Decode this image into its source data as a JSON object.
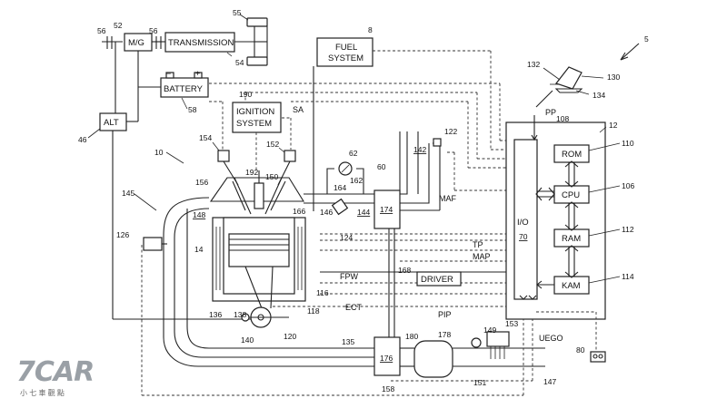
{
  "boxes": {
    "mg": "M/G",
    "transmission": "TRANSMISSION",
    "battery": "BATTERY",
    "fuel_system": [
      "FUEL",
      "SYSTEM"
    ],
    "ignition_system": [
      "IGNITION",
      "SYSTEM"
    ],
    "alt": "ALT",
    "driver": "DRIVER",
    "rom": "ROM",
    "cpu": "CPU",
    "ram": "RAM",
    "kam": "KAM",
    "io": "I/O"
  },
  "signals": {
    "sa": "SA",
    "pp": "PP",
    "maf": "MAF",
    "tp": "TP",
    "map": "MAP",
    "fpw": "FPW",
    "ect": "ECT",
    "pip": "PIP",
    "uego": "UEGO"
  },
  "refs": {
    "r5": "5",
    "r8": "8",
    "r10": "10",
    "r12": "12",
    "r14": "14",
    "r46": "46",
    "r52": "52",
    "r54": "54",
    "r55": "55",
    "r56a": "56",
    "r56b": "56",
    "r58": "58",
    "r60": "60",
    "r62": "62",
    "r70": "70",
    "r80": "80",
    "r106": "106",
    "r108": "108",
    "r110": "110",
    "r112": "112",
    "r114": "114",
    "r116": "116",
    "r118": "118",
    "r120": "120",
    "r122": "122",
    "r124": "124",
    "r126": "126",
    "r130": "130",
    "r132": "132",
    "r134": "134",
    "r135": "135",
    "r136": "136",
    "r138": "138",
    "r140": "140",
    "r142": "142",
    "r144": "144",
    "r145": "145",
    "r146": "146",
    "r147": "147",
    "r148": "148",
    "r149": "149",
    "r150": "150",
    "r151": "151",
    "r152": "152",
    "r153": "153",
    "r154": "154",
    "r156": "156",
    "r158": "158",
    "r162": "162",
    "r164": "164",
    "r166": "166",
    "r168": "168",
    "r174": "174",
    "r176": "176",
    "r178": "178",
    "r180": "180",
    "r190": "190",
    "r192": "192"
  },
  "watermark": {
    "brand": "7CAR",
    "subtitle": "小 七 車 觀 點"
  }
}
